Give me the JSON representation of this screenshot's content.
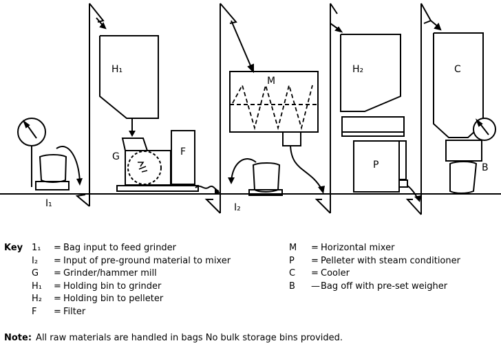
{
  "diagram": {
    "labels": {
      "h1": "H₁",
      "m": "M",
      "h2": "H₂",
      "c": "C",
      "g": "G",
      "f": "F",
      "p": "P",
      "b": "B",
      "i1": "I₁",
      "i2": "I₂"
    }
  },
  "key": {
    "title": "Key",
    "left": [
      {
        "code": "1₁",
        "sep": "=",
        "desc": "Bag input to feed grinder"
      },
      {
        "code": "I₂",
        "sep": "=",
        "desc": "Input of pre-ground material to mixer"
      },
      {
        "code": "G",
        "sep": "=",
        "desc": "Grinder/hammer mill"
      },
      {
        "code": "H₁",
        "sep": "=",
        "desc": "Holding bin to grinder"
      },
      {
        "code": "H₂",
        "sep": "=",
        "desc": "Holding bin to pelleter"
      },
      {
        "code": "F",
        "sep": "=",
        "desc": "Filter"
      }
    ],
    "right": [
      {
        "code": "M",
        "sep": "=",
        "desc": "Horizontal  mixer"
      },
      {
        "code": "P",
        "sep": "=",
        "desc": "Pelleter with steam conditioner"
      },
      {
        "code": "C",
        "sep": "=",
        "desc": "Cooler"
      },
      {
        "code": "B",
        "sep": "—",
        "desc": "Bag off with pre-set weigher"
      }
    ]
  },
  "note": {
    "label": "Note:",
    "text": "All raw materials are handled in bags  No bulk storage bins provided."
  }
}
